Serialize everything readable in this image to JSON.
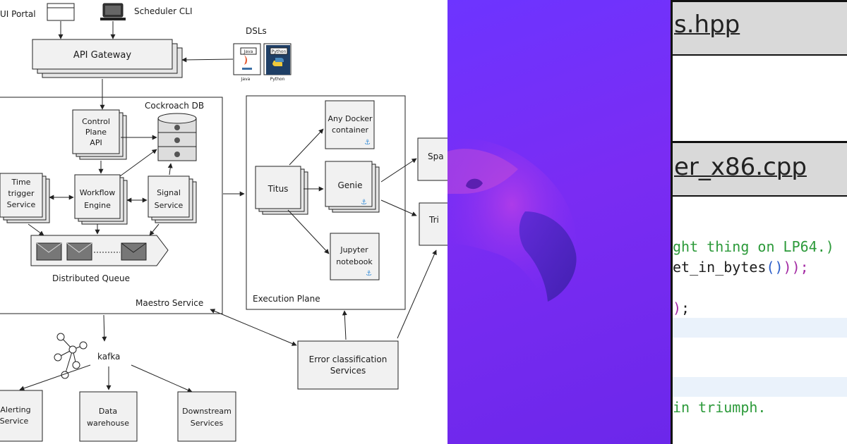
{
  "diagram": {
    "labels": {
      "ui_portal": "UI Portal",
      "scheduler_cli": "Scheduler CLI",
      "dsls": "DSLs",
      "java": "Java",
      "python": "Python",
      "api_gateway": "API Gateway",
      "cockroach_db": "Cockroach DB",
      "control_plane_1": "Control",
      "control_plane_2": "Plane",
      "control_plane_3": "API",
      "time_trigger_1": "Time",
      "time_trigger_2": "trigger",
      "time_trigger_3": "Service",
      "workflow_1": "Workflow",
      "workflow_2": "Engine",
      "signal_1": "Signal",
      "signal_2": "Service",
      "distributed_queue": "Distributed Queue",
      "maestro_service": "Maestro Service",
      "titus": "Titus",
      "any_docker_1": "Any Docker",
      "any_docker_2": "container",
      "genie": "Genie",
      "jupyter_1": "Jupyter",
      "jupyter_2": "notebook",
      "execution_plane": "Execution Plane",
      "spark_partial": "Spa",
      "trino_partial": "Tri",
      "error_class_1": "Error classification",
      "error_class_2": "Services",
      "kafka": "kafka",
      "alerting_1": "Alerting",
      "alerting_2": "Service",
      "data_wh_1": "Data",
      "data_wh_2": "warehouse",
      "downstream_1": "Downstream",
      "downstream_2": "Services"
    }
  },
  "code_panel": {
    "file1": "s.hpp",
    "file2": "er_x86.cpp",
    "line1": "ght thing on LP64.)",
    "line2_a": "et_in_bytes",
    "line2_b": "()",
    "line2_c": "));",
    "line3_a": ")",
    "line3_b": ";",
    "line4": " in triumph.",
    "colors": {
      "comment": "#2c9a3a",
      "highlight": "#eaf2fb",
      "header": "#d9d9d9"
    }
  },
  "image_panel": {
    "background": "#7a2cf3"
  }
}
